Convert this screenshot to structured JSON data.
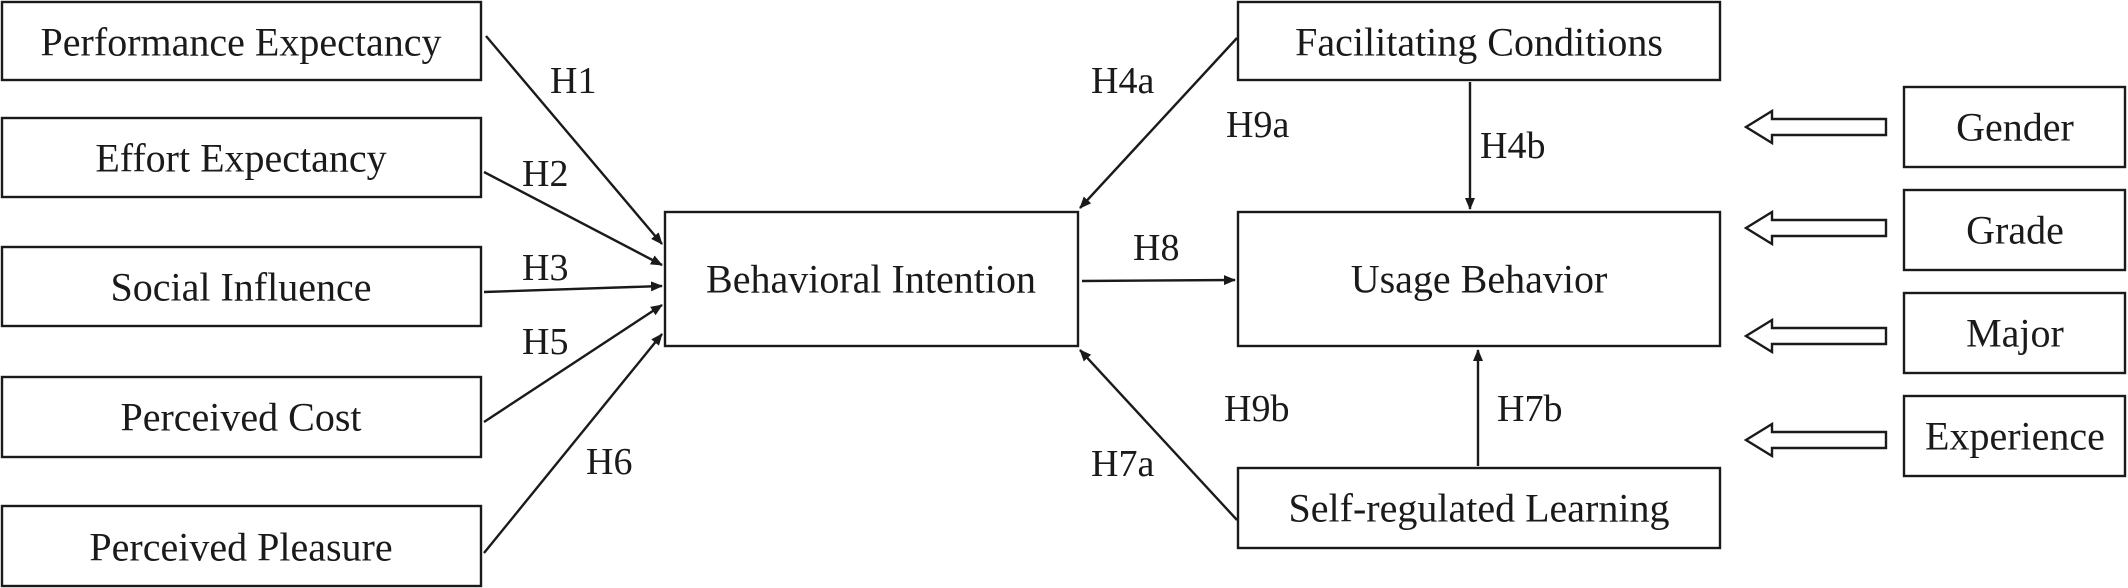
{
  "nodes": {
    "performance_expectancy": "Performance Expectancy",
    "effort_expectancy": "Effort Expectancy",
    "social_influence": "Social Influence",
    "perceived_cost": "Perceived Cost",
    "perceived_pleasure": "Perceived Pleasure",
    "behavioral_intention": "Behavioral Intention",
    "facilitating_conditions": "Facilitating Conditions",
    "usage_behavior": "Usage Behavior",
    "self_regulated_learning": "Self-regulated Learning",
    "gender": "Gender",
    "grade": "Grade",
    "major": "Major",
    "experience": "Experience"
  },
  "edges": {
    "h1": "H1",
    "h2": "H2",
    "h3": "H3",
    "h5": "H5",
    "h6": "H6",
    "h4a": "H4a",
    "h4b": "H4b",
    "h8": "H8",
    "h9a": "H9a",
    "h9b": "H9b",
    "h7a": "H7a",
    "h7b": "H7b"
  }
}
